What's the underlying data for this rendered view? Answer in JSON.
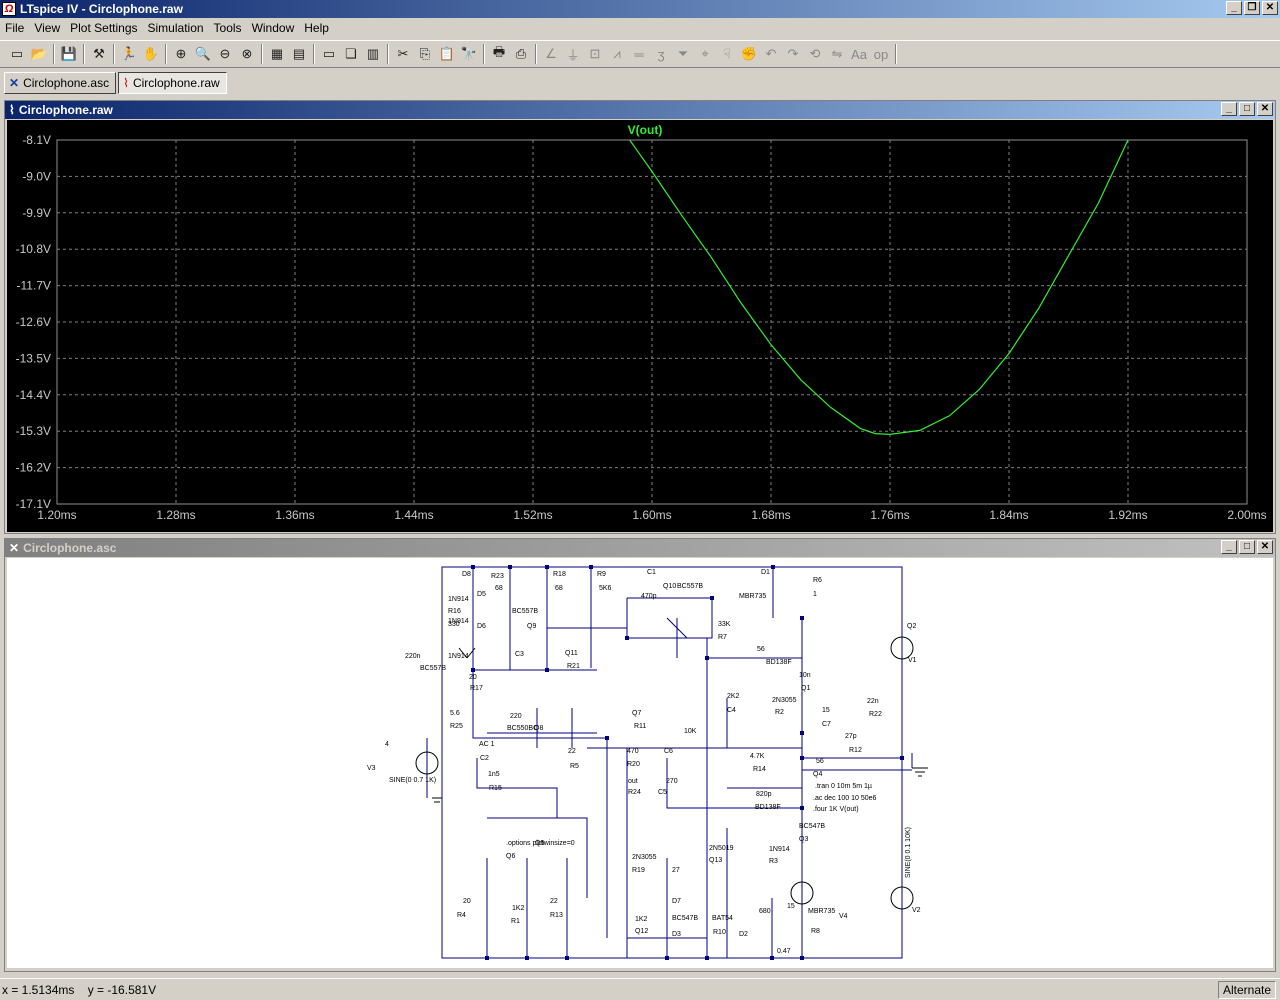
{
  "window": {
    "title": "LTspice IV - Circlophone.raw"
  },
  "menu": [
    {
      "label": "File"
    },
    {
      "label": "View"
    },
    {
      "label": "Plot Settings"
    },
    {
      "label": "Simulation"
    },
    {
      "label": "Tools"
    },
    {
      "label": "Window"
    },
    {
      "label": "Help"
    }
  ],
  "tabs": [
    {
      "label": "Circlophone.asc",
      "icon": "schematic-icon"
    },
    {
      "label": "Circlophone.raw",
      "icon": "waveform-icon"
    }
  ],
  "plot_window": {
    "title": "Circlophone.raw",
    "trace_label": "V(out)",
    "trace_color": "#33ee33"
  },
  "chart_data": {
    "type": "line",
    "title": "V(out)",
    "xlabel": "",
    "ylabel": "",
    "xlim": [
      1.2,
      2.0
    ],
    "ylim": [
      -17.1,
      -8.1
    ],
    "xticks": [
      "1.20ms",
      "1.28ms",
      "1.36ms",
      "1.44ms",
      "1.52ms",
      "1.60ms",
      "1.68ms",
      "1.76ms",
      "1.84ms",
      "1.92ms",
      "2.00ms"
    ],
    "yticks": [
      "-8.1V",
      "-9.0V",
      "-9.9V",
      "-10.8V",
      "-11.7V",
      "-12.6V",
      "-13.5V",
      "-14.4V",
      "-15.3V",
      "-16.2V",
      "-17.1V"
    ],
    "grid": true,
    "series": [
      {
        "name": "V(out)",
        "x_unit": "ms",
        "y_unit": "V",
        "x": [
          1.585,
          1.6,
          1.62,
          1.64,
          1.66,
          1.68,
          1.7,
          1.72,
          1.74,
          1.75,
          1.76,
          1.78,
          1.8,
          1.82,
          1.84,
          1.86,
          1.88,
          1.9,
          1.92
        ],
        "y": [
          -8.1,
          -8.88,
          -9.97,
          -11.01,
          -12.14,
          -13.16,
          -14.03,
          -14.71,
          -15.23,
          -15.36,
          -15.38,
          -15.28,
          -14.92,
          -14.27,
          -13.38,
          -12.26,
          -10.96,
          -9.67,
          -8.1
        ]
      }
    ]
  },
  "schematic_window": {
    "title": "Circlophone.asc"
  },
  "schematic": {
    "labels": [
      "D8",
      "1N914",
      "D5",
      "1N914",
      "D6",
      "1N914",
      "R23",
      "68",
      "R18",
      "68",
      "R9",
      "5K6",
      "C1",
      "470p",
      "Q10",
      "BC557B",
      "D1",
      "MBR735",
      "R6",
      "1",
      "R16",
      "330",
      "BC557B",
      "Q9",
      "C3",
      "220n",
      "BC557B",
      "Q11",
      "R21",
      "33K",
      "R7",
      "56",
      "BD138F",
      "Q2",
      "V1",
      "20",
      "R17",
      "2K2",
      "C4",
      "10n",
      "Q1",
      "2N3055",
      "R2",
      "15",
      "C7",
      "22n",
      "R22",
      "5.6",
      "R25",
      "220",
      "BC550BC",
      "Q8",
      "Q7",
      "R11",
      "10K",
      "C6",
      "27p",
      "R12",
      "4",
      "V3",
      "SINE(0 0.7 1K)",
      "AC 1",
      "C2",
      "1n5",
      "R15",
      "22",
      "R5",
      "470",
      "R20",
      "4.7K",
      "R14",
      "56",
      "out",
      "R24",
      "270",
      "C5",
      "820p",
      "BD138F",
      "Q4",
      ".tran 0 10m 5m 1µ",
      ".ac dec 100 10 50e6",
      ".four 1K V(out)",
      ".options plotwinsize=0",
      "Q5",
      "Q6",
      "2N5019",
      "Q13",
      "BC547B",
      "Q3",
      "2N3055",
      "R19",
      "27",
      "D7",
      "1N914",
      "R3",
      "15",
      "V4",
      "SINE(0 0.1 10K)",
      "V2",
      "20",
      "R4",
      "1K2",
      "R1",
      "22",
      "R13",
      "1K2",
      "Q12",
      "BC547B",
      "D3",
      "BAT54",
      "R10",
      "680",
      "D2",
      "MBR735",
      "R8",
      "0.47"
    ]
  },
  "status": {
    "coords": "x = 1.5134ms    y = -16.581V",
    "mode": "Alternate"
  }
}
